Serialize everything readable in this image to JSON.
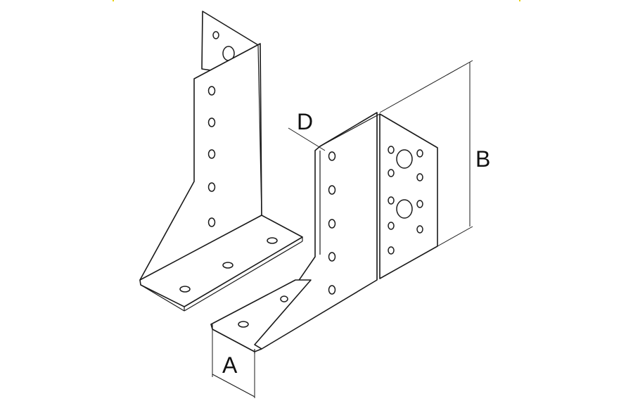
{
  "dimension_labels": {
    "a": "A",
    "b": "B",
    "d": "D"
  },
  "colors": {
    "line": "#1a1a1a",
    "background": "#ffffff",
    "corner_marks": "#e8d000"
  }
}
